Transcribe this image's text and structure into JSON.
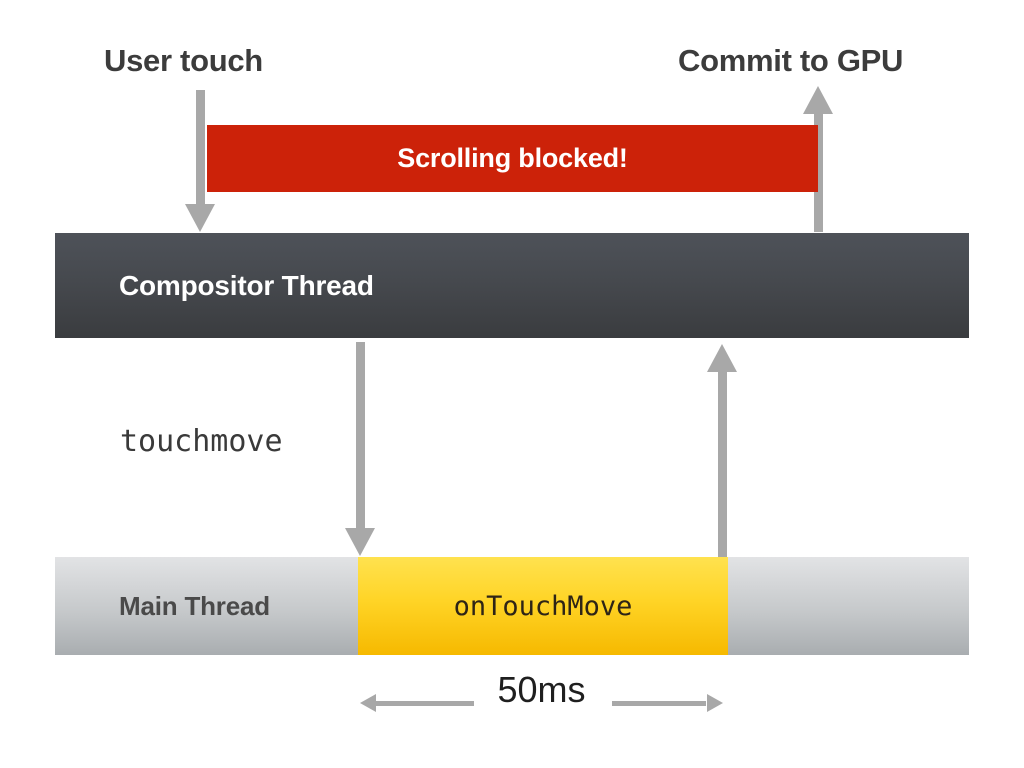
{
  "diagram": {
    "title": "Scrolling blocked by touchmove handler timeline",
    "background_color": "#ffffff",
    "callouts": {
      "user_touch": "User touch",
      "commit_to_gpu": "Commit to GPU"
    },
    "bars": {
      "scrolling_blocked": {
        "label": "Scrolling blocked!",
        "color": "#cc2209",
        "text_color": "#ffffff"
      },
      "compositor_thread": {
        "label": "Compositor Thread",
        "color": "#45484d",
        "text_color": "#ffffff"
      },
      "main_thread": {
        "label": "Main Thread",
        "color": "#c6c9cb",
        "text_color": "#4a4a4a"
      },
      "on_touch_move": {
        "label": "onTouchMove",
        "color": "#ffd426",
        "text_color": "#2e2416"
      }
    },
    "annotations": {
      "touchmove_event": "touchmove",
      "duration": "50ms"
    },
    "arrows": {
      "color": "#a8a8a8",
      "user_touch_direction": "down",
      "commit_to_gpu_direction": "up",
      "touchmove_direction": "down",
      "return_direction": "up",
      "measure_direction": "both"
    }
  }
}
